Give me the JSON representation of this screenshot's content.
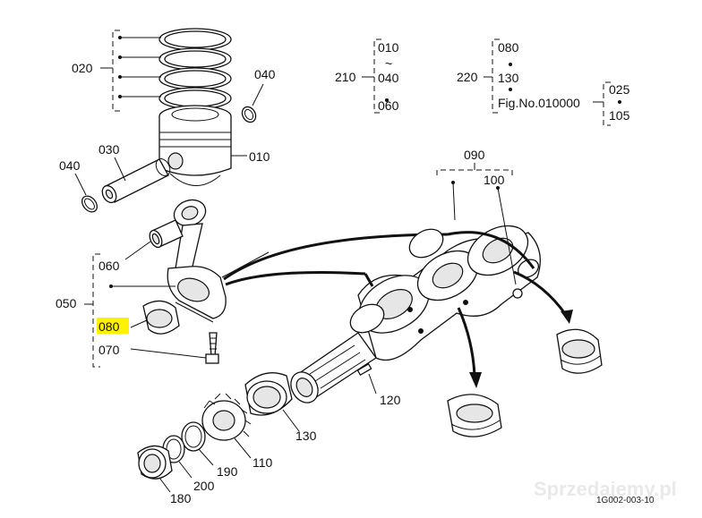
{
  "labels": {
    "l010": "010",
    "l020": "020",
    "l030": "030",
    "l040a": "040",
    "l040b": "040",
    "l050": "050",
    "l060": "060",
    "l070": "070",
    "l080": "080",
    "l090": "090",
    "l100": "100",
    "l110": "110",
    "l120": "120",
    "l130": "130",
    "l180": "180",
    "l190": "190",
    "l200": "200"
  },
  "groups": {
    "g210": {
      "label": "210",
      "items": [
        "010",
        "~",
        "040",
        "060"
      ]
    },
    "g220": {
      "label": "220",
      "items": [
        "080",
        "130",
        "Fig.No.010000",
        "025",
        "105"
      ]
    }
  },
  "footer": {
    "figure_code": "1G002-003-10",
    "watermark": "Sprzedajemy.pl"
  },
  "colors": {
    "highlight": "#fff200",
    "line": "#111111"
  }
}
